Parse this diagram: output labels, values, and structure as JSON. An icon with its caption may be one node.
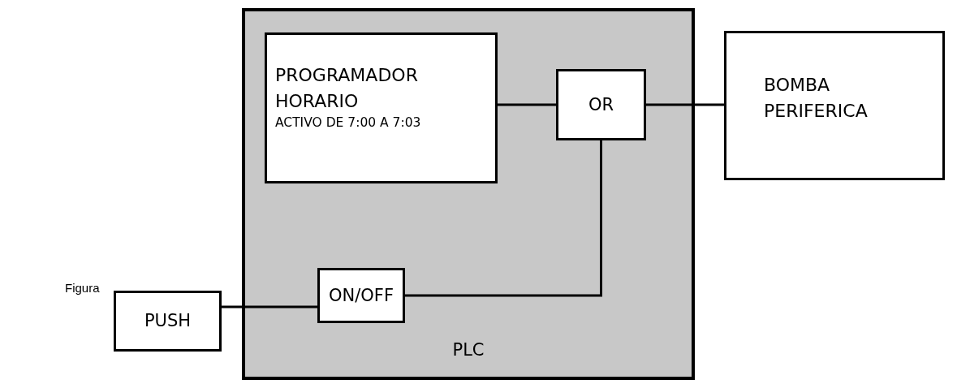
{
  "diagram": {
    "nodes": [
      {
        "text": [
          "PLC"
        ]
      },
      {
        "text": [
          "PROGRAMADOR HORARIO",
          "ACTIVO DE 7:00 A 7:03"
        ],
        "in": 0
      },
      {
        "text": [
          "OR"
        ],
        "in": 0
      },
      {
        "text": [
          "BOMBA PERIFERICA"
        ]
      },
      {
        "text": [
          "PUSH"
        ]
      },
      {
        "text": [
          "ON/OFF"
        ],
        "in": 0
      }
    ],
    "edges": [
      {
        "from": 1,
        "to": 2,
        "arrow": "none"
      },
      {
        "from": 2,
        "to": 3,
        "arrow": "none"
      },
      {
        "from": 4,
        "to": 5,
        "arrow": "none"
      },
      {
        "from": 5,
        "to": 2,
        "arrow": "none"
      }
    ],
    "labels": [
      "Figura"
    ]
  }
}
